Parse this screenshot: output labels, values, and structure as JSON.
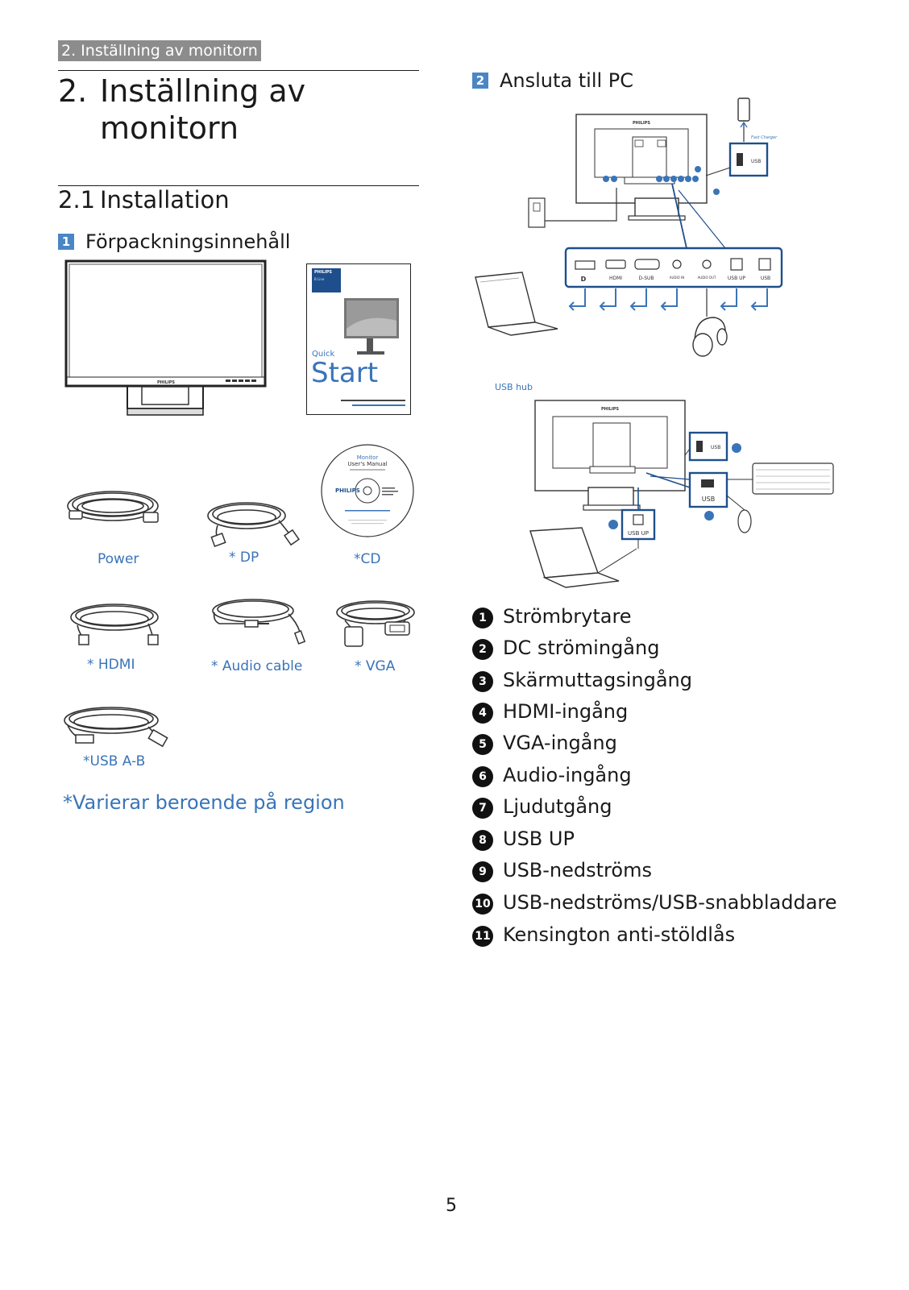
{
  "running_header": "2. Inställning av monitorn",
  "chapter": {
    "number": "2.",
    "title": "Inställning av monitorn"
  },
  "section": {
    "number": "2.1",
    "title": "Installation"
  },
  "subsection1": {
    "number": "1",
    "title": "Förpackningsinnehåll"
  },
  "subsection2": {
    "number": "2",
    "title": "Ansluta till PC"
  },
  "package_items": {
    "power": "Power",
    "dp": "* DP",
    "cd": "*CD",
    "hdmi": "* HDMI",
    "audio": "* Audio cable",
    "vga": "* VGA",
    "usb": "*USB A-B"
  },
  "quick_start": {
    "brand": "PHILIPS",
    "line": "B Line",
    "small": "Quick",
    "big": "Start"
  },
  "cd_disc": {
    "brand": "PHILIPS",
    "title": "Monitor",
    "subtitle": "User's Manual"
  },
  "region_note": "*Varierar beroende på region",
  "diagram": {
    "brand": "PHILIPS",
    "fast_charger": "Fast Charger",
    "ports": [
      "HDMI",
      "D-SUB",
      "AUDIO IN",
      "AUDIO OUT",
      "USB UP",
      "USB"
    ],
    "usb_label": "USB",
    "usb_up_label": "USB UP",
    "usb_hub_label": "USB hub"
  },
  "legend": [
    {
      "num": "1",
      "label": "Strömbrytare"
    },
    {
      "num": "2",
      "label": "DC strömingång"
    },
    {
      "num": "3",
      "label": "Skärmuttagsingång"
    },
    {
      "num": "4",
      "label": "HDMI-ingång"
    },
    {
      "num": "5",
      "label": "VGA-ingång"
    },
    {
      "num": "6",
      "label": "Audio-ingång"
    },
    {
      "num": "7",
      "label": "Ljudutgång"
    },
    {
      "num": "8",
      "label": "USB UP"
    },
    {
      "num": "9",
      "label": "USB-nedströms"
    },
    {
      "num": "10",
      "label": "USB-nedströms/USB-snabbladdare"
    },
    {
      "num": "11",
      "label": "Kensington anti-stöldlås"
    }
  ],
  "page_number": "5",
  "colors": {
    "accent": "#3a74b8",
    "numbox": "#4a86c5",
    "header_bg": "#8c8c8c"
  }
}
